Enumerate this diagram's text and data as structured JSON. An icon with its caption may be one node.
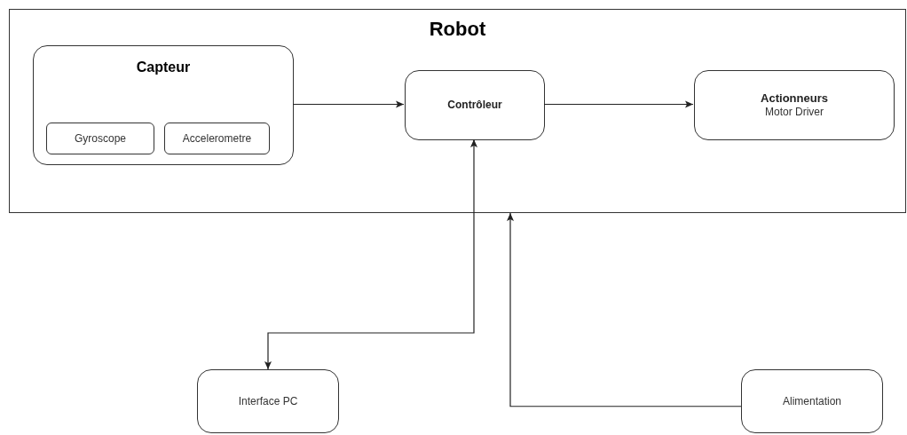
{
  "diagram": {
    "nodes": [
      {
        "text": [
          "Robot"
        ]
      },
      {
        "text": [
          "Capteur"
        ],
        "in": 0
      },
      {
        "text": [
          "Gyroscope"
        ],
        "in": 1
      },
      {
        "text": [
          "Accelerometre"
        ],
        "in": 1
      },
      {
        "text": [
          "Contrôleur"
        ],
        "in": 0
      },
      {
        "text": [
          "Actionneurs",
          "Motor Driver"
        ],
        "in": 0
      },
      {
        "text": [
          "Interface PC"
        ]
      },
      {
        "text": [
          "Alimentation"
        ]
      }
    ],
    "edges": [
      {
        "from": 1,
        "to": 4,
        "arrow": "to"
      },
      {
        "from": 4,
        "to": 5,
        "arrow": "to"
      },
      {
        "from": 4,
        "to": 6,
        "arrow": "both"
      },
      {
        "from": 7,
        "to": 0,
        "arrow": "to"
      }
    ]
  }
}
